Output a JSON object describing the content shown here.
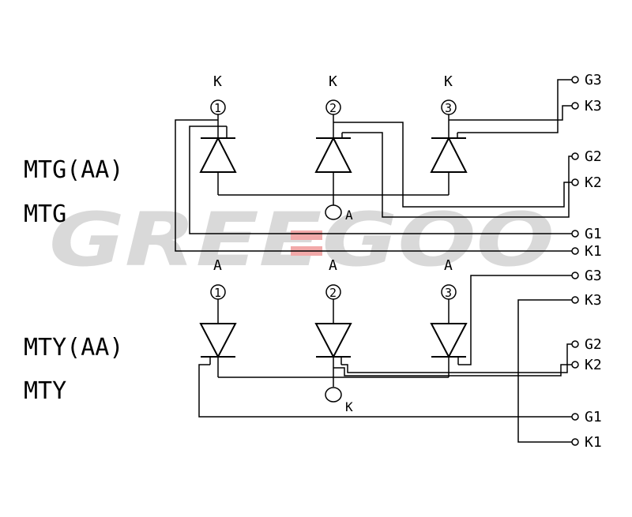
{
  "watermark": "GREEGOO",
  "modules": {
    "top": {
      "name_1": "MTG(AA)",
      "name_2": "MTG",
      "node_label": "A",
      "terminal_labels": [
        "K",
        "K",
        "K"
      ],
      "terminal_numbers": [
        "1",
        "2",
        "3"
      ]
    },
    "bottom": {
      "name_1": "MTY(AA)",
      "name_2": "MTY",
      "node_label": "K",
      "terminal_labels": [
        "A",
        "A",
        "A"
      ],
      "terminal_numbers": [
        "1",
        "2",
        "3"
      ]
    }
  },
  "pins": {
    "top": [
      "G3",
      "K3",
      "G2",
      "K2",
      "G1",
      "K1"
    ],
    "bottom": [
      "G3",
      "K3",
      "G2",
      "K2",
      "G1",
      "K1"
    ]
  }
}
